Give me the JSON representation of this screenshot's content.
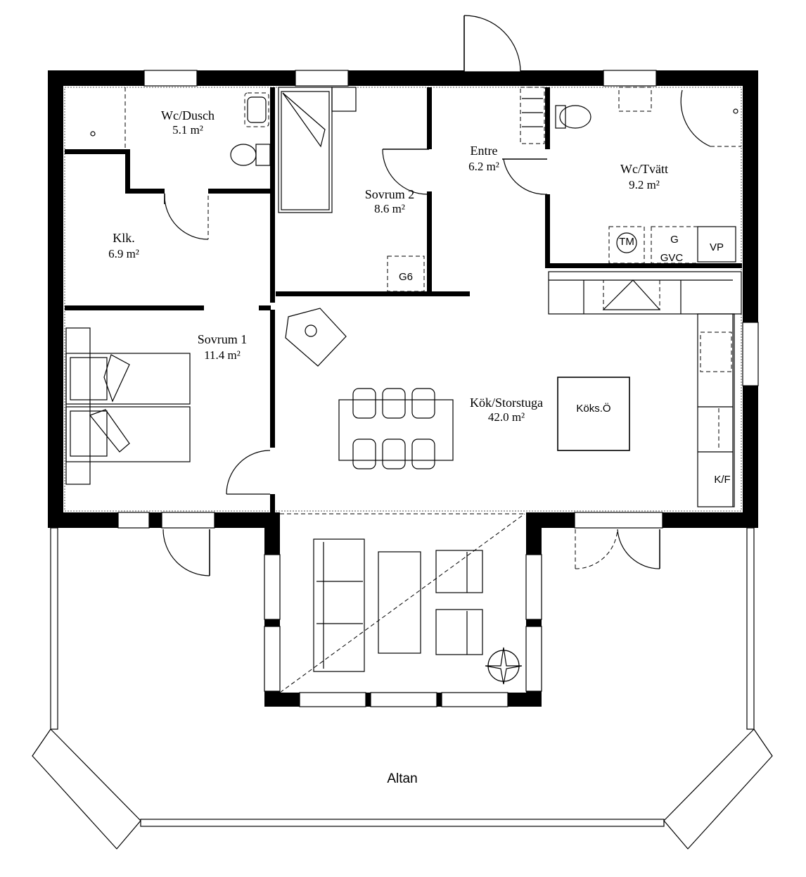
{
  "rooms": {
    "wc_dusch": {
      "name": "Wc/Dusch",
      "area": "5.1 m²"
    },
    "sovrum2": {
      "name": "Sovrum 2",
      "area": "8.6 m²"
    },
    "entre": {
      "name": "Entre",
      "area": "6.2 m²"
    },
    "wc_tvatt": {
      "name": "Wc/Tvätt",
      "area": "9.2 m²"
    },
    "klk": {
      "name": "Klk.",
      "area": "6.9 m²"
    },
    "sovrum1": {
      "name": "Sovrum 1",
      "area": "11.4 m²"
    },
    "kok": {
      "name": "Kök/Storstuga",
      "area": "42.0 m²"
    }
  },
  "fixtures": {
    "tm": "TM",
    "g": "G",
    "gvc": "GVC",
    "vp": "VP",
    "g6": "G6",
    "koks_o": "Köks.Ö",
    "kf": "K/F"
  },
  "outdoor": {
    "altan": "Altan"
  },
  "colors": {
    "wall": "#000000",
    "background": "#ffffff"
  }
}
